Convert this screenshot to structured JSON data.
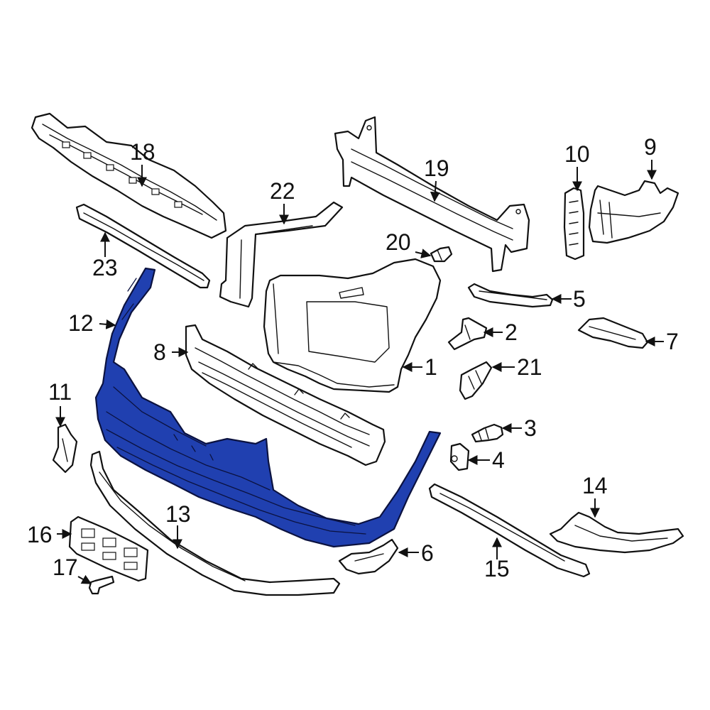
{
  "diagram": {
    "highlight_color": "#2040b0",
    "line_color": "#111111",
    "background": "#ffffff",
    "callouts": {
      "c1": "1",
      "c2": "2",
      "c3": "3",
      "c4": "4",
      "c5": "5",
      "c6": "6",
      "c7": "7",
      "c8": "8",
      "c9": "9",
      "c10": "10",
      "c11": "11",
      "c12": "12",
      "c13": "13",
      "c14": "14",
      "c15": "15",
      "c16": "16",
      "c17": "17",
      "c18": "18",
      "c19": "19",
      "c20": "20",
      "c21": "21",
      "c22": "22",
      "c23": "23"
    },
    "highlighted_part": "12"
  }
}
